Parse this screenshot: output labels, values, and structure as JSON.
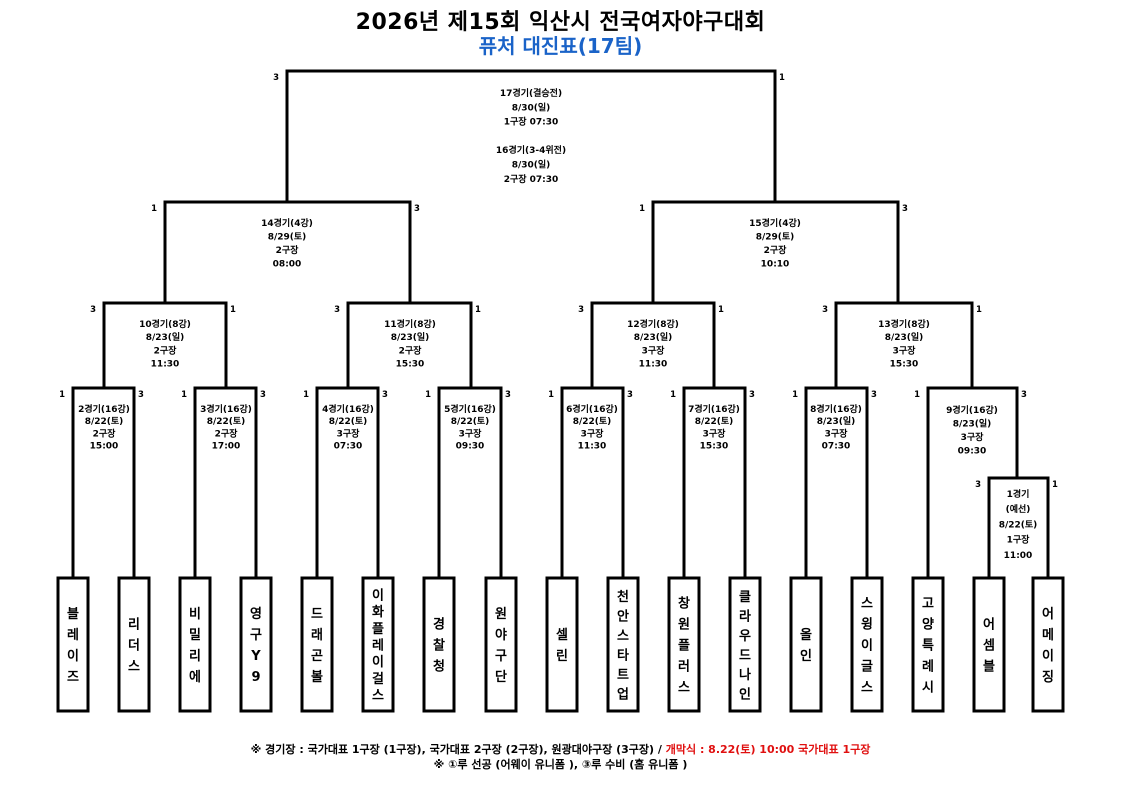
{
  "header": {
    "title": "2026년 제15회 익산시 전국여자야구대회",
    "subtitle_prefix": "퓨처",
    "subtitle_rest": " 대진표(17팀)"
  },
  "colors": {
    "accent_blue": "#1a63c8",
    "note_red": "#e01010"
  },
  "teams": [
    "블레이즈",
    "리더스",
    "비밀리에",
    "영구Y9",
    "드래곤볼",
    "이화플레이걸스",
    "경찰청",
    "원야구단",
    "셀린",
    "천안스타트업",
    "창원플러스",
    "클라우드나인",
    "올인",
    "스윙이글스",
    "고양특례시",
    "어셈블",
    "어메이징"
  ],
  "games": [
    {
      "id": "g1",
      "lines": [
        "1경기",
        "(예선)",
        "8/22(토)",
        "1구장",
        "11:00"
      ],
      "left_score": "3",
      "right_score": "1"
    },
    {
      "id": "g2",
      "lines": [
        "2경기(16강)",
        "8/22(토)",
        "2구장",
        "15:00"
      ],
      "left_score": "1",
      "right_score": "3"
    },
    {
      "id": "g3",
      "lines": [
        "3경기(16강)",
        "8/22(토)",
        "2구장",
        "17:00"
      ],
      "left_score": "1",
      "right_score": "3"
    },
    {
      "id": "g4",
      "lines": [
        "4경기(16강)",
        "8/22(토)",
        "3구장",
        "07:30"
      ],
      "left_score": "1",
      "right_score": "3"
    },
    {
      "id": "g5",
      "lines": [
        "5경기(16강)",
        "8/22(토)",
        "3구장",
        "09:30"
      ],
      "left_score": "1",
      "right_score": "3"
    },
    {
      "id": "g6",
      "lines": [
        "6경기(16강)",
        "8/22(토)",
        "3구장",
        "11:30"
      ],
      "left_score": "1",
      "right_score": "3"
    },
    {
      "id": "g7",
      "lines": [
        "7경기(16강)",
        "8/22(토)",
        "3구장",
        "15:30"
      ],
      "left_score": "1",
      "right_score": "3"
    },
    {
      "id": "g8",
      "lines": [
        "8경기(16강)",
        "8/23(일)",
        "3구장",
        "07:30"
      ],
      "left_score": "1",
      "right_score": "3"
    },
    {
      "id": "g9",
      "lines": [
        "9경기(16강)",
        "8/23(일)",
        "3구장",
        "09:30"
      ],
      "left_score": "1",
      "right_score": "3"
    },
    {
      "id": "g10",
      "lines": [
        "10경기(8강)",
        "8/23(일)",
        "2구장",
        "11:30"
      ],
      "left_score": "3",
      "right_score": "1"
    },
    {
      "id": "g11",
      "lines": [
        "11경기(8강)",
        "8/23(일)",
        "2구장",
        "15:30"
      ],
      "left_score": "3",
      "right_score": "1"
    },
    {
      "id": "g12",
      "lines": [
        "12경기(8강)",
        "8/23(일)",
        "3구장",
        "11:30"
      ],
      "left_score": "3",
      "right_score": "1"
    },
    {
      "id": "g13",
      "lines": [
        "13경기(8강)",
        "8/23(일)",
        "3구장",
        "15:30"
      ],
      "left_score": "3",
      "right_score": "1"
    },
    {
      "id": "g14",
      "lines": [
        "14경기(4강)",
        "8/29(토)",
        "2구장",
        "08:00"
      ],
      "left_score": "1",
      "right_score": "3"
    },
    {
      "id": "g15",
      "lines": [
        "15경기(4강)",
        "8/29(토)",
        "2구장",
        "10:10"
      ],
      "left_score": "1",
      "right_score": "3"
    },
    {
      "id": "g17",
      "lines": [
        "17경기(결승전)",
        "8/30(일)",
        "1구장 07:30",
        "",
        "16경기(3-4위전)",
        "8/30(일)",
        "2구장 07:30"
      ],
      "left_score": "3",
      "right_score": "1"
    }
  ],
  "footer": {
    "line1_black": "※ 경기장 : 국가대표 1구장 (1구장), 국가대표 2구장 (2구장), 원광대야구장 (3구장) / ",
    "line1_red": "개막식 : 8.22(토) 10:00 국가대표 1구장",
    "line2": "※ ①루 선공 (어웨이 유니폼 ), ③루 수비 (홈 유니폼 )"
  }
}
